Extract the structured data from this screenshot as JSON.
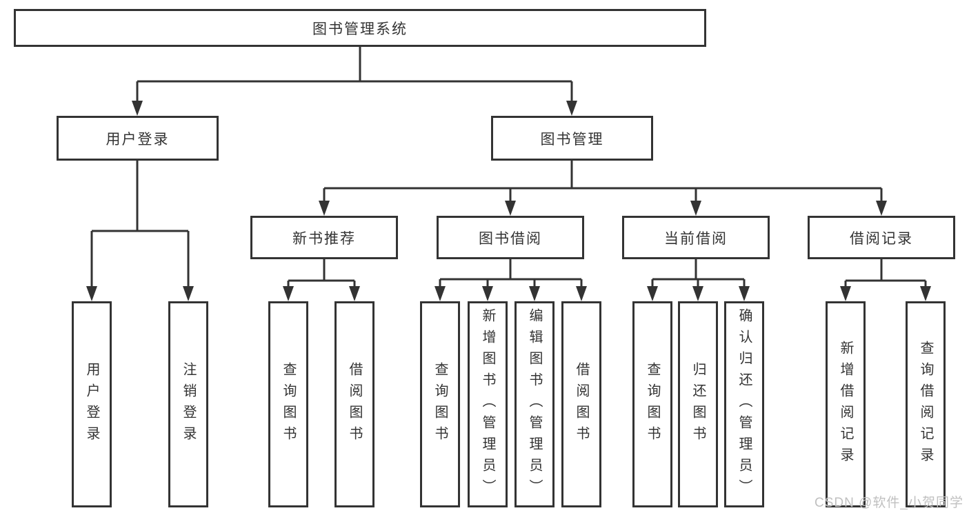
{
  "colors": {
    "line": "#333333",
    "box_border": "#333333",
    "text": "#333333",
    "background": "#ffffff",
    "watermark": "#c0c0c0"
  },
  "watermark": {
    "text": "CSDN @软件_小贺同学"
  },
  "tree": {
    "root": {
      "label": "图书管理系统",
      "children": [
        {
          "label": "用户登录",
          "children": [
            {
              "label": "用户登录"
            },
            {
              "label": "注销登录"
            }
          ]
        },
        {
          "label": "图书管理",
          "children": [
            {
              "label": "新书推荐",
              "children": [
                {
                  "label": "查询图书"
                },
                {
                  "label": "借阅图书"
                }
              ]
            },
            {
              "label": "图书借阅",
              "children": [
                {
                  "label": "查询图书"
                },
                {
                  "label": "新增图书（管理员）"
                },
                {
                  "label": "编辑图书（管理员）"
                },
                {
                  "label": "借阅图书"
                }
              ]
            },
            {
              "label": "当前借阅",
              "children": [
                {
                  "label": "查询图书"
                },
                {
                  "label": "归还图书"
                },
                {
                  "label": "确认归还（管理员）"
                }
              ]
            },
            {
              "label": "借阅记录",
              "children": [
                {
                  "label": "新增借阅记录"
                },
                {
                  "label": "查询借阅记录"
                }
              ]
            }
          ]
        }
      ]
    }
  }
}
